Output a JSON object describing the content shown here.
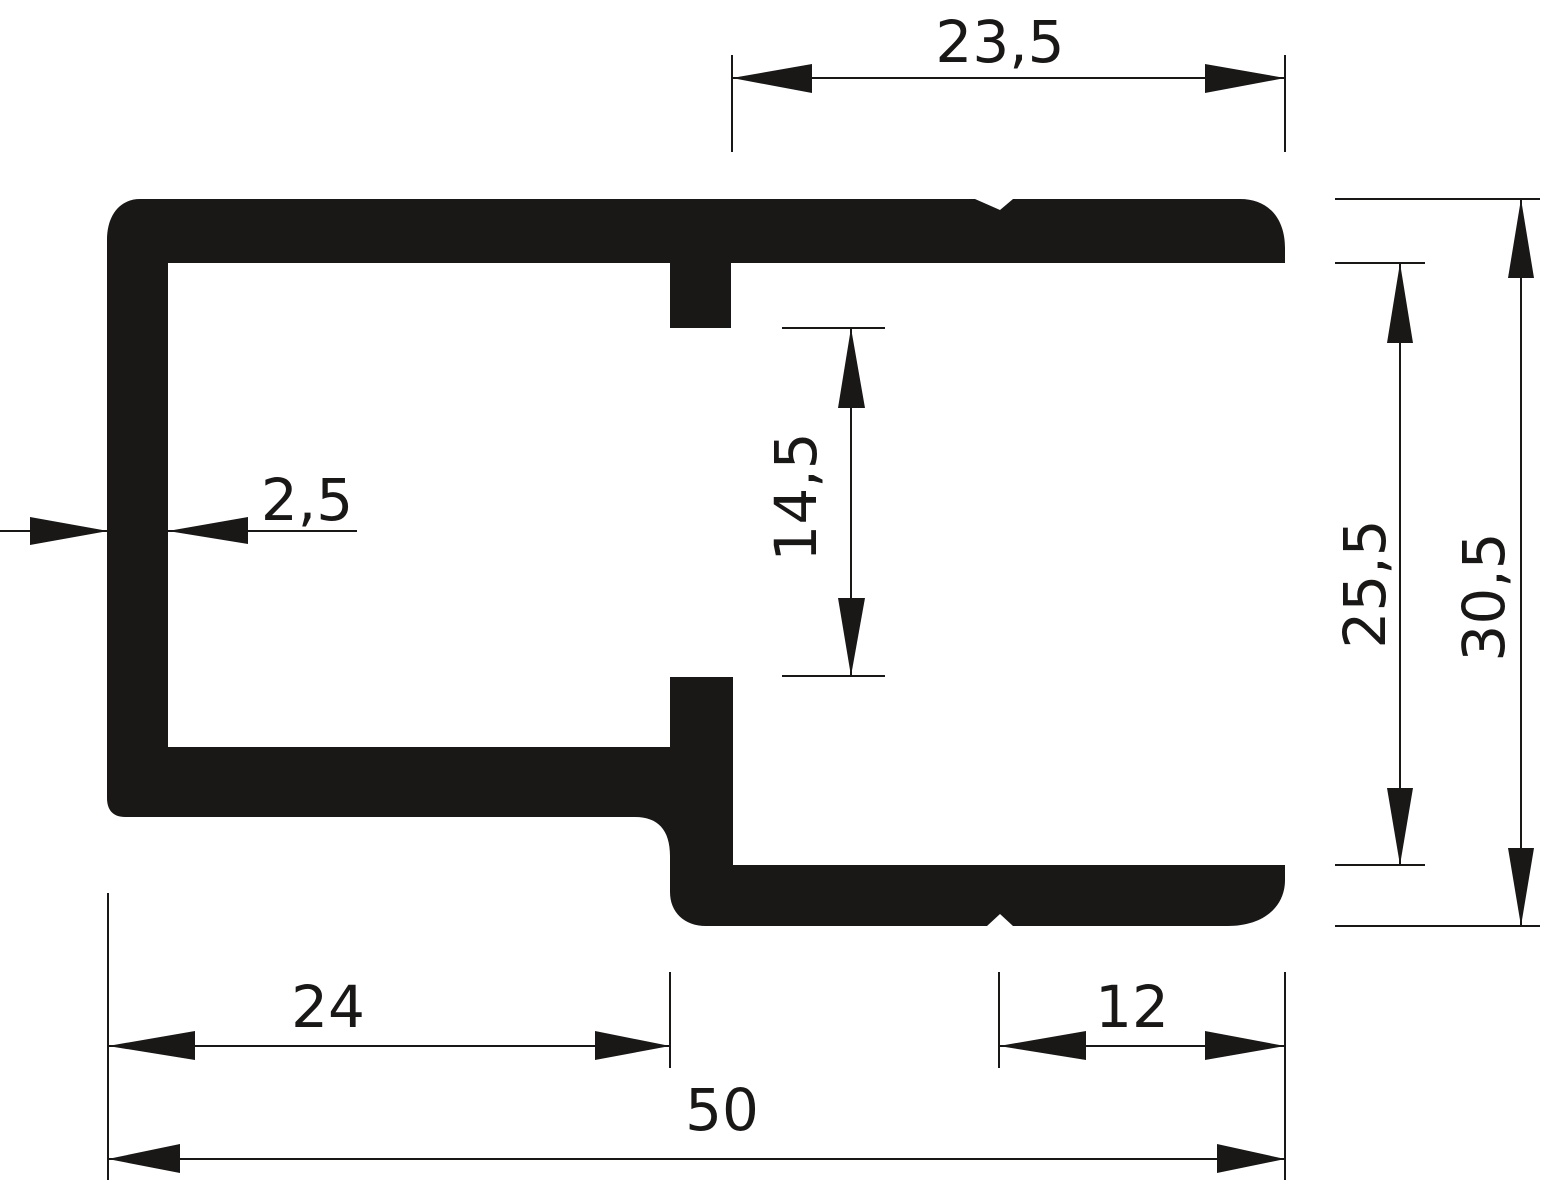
{
  "drawing": {
    "colors": {
      "profile": "#1a1717",
      "background": "#ffffff"
    },
    "dimensions": {
      "top_width": "23,5",
      "wall_thickness": "2,5",
      "opening_height": "14,5",
      "inner_height": "25,5",
      "outer_height": "30,5",
      "left_bottom_width": "24",
      "right_bottom_width": "12",
      "overall_width": "50"
    }
  }
}
